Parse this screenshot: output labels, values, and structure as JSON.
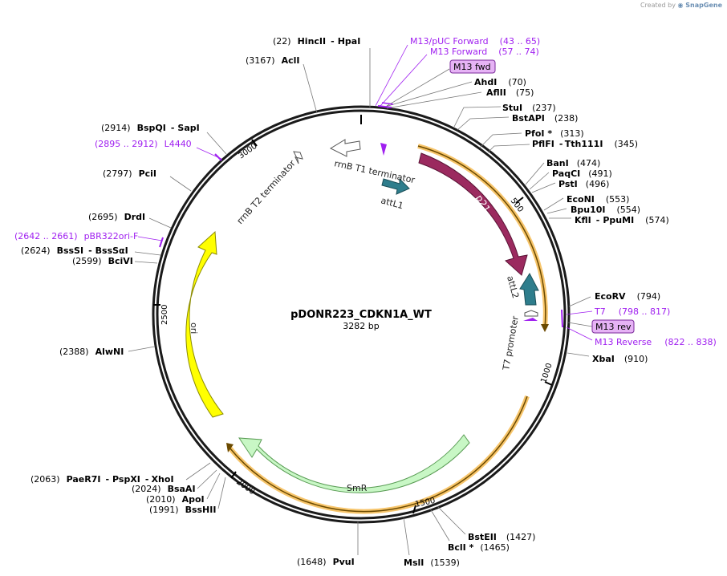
{
  "credit": {
    "prefix": "Created by",
    "brand": "SnapGene"
  },
  "plasmid": {
    "name": "pDONR223_CDKN1A_WT",
    "length_label": "3282 bp",
    "length": 3282
  },
  "ticks": [
    "500",
    "1000",
    "1500",
    "2000",
    "2500",
    "3000"
  ],
  "features": [
    {
      "name": "p21",
      "color": "#9b2a5f"
    },
    {
      "name": "SmR",
      "color": "#c8f7c5"
    },
    {
      "name": "ori",
      "color": "#ffff00"
    },
    {
      "name": "attL1",
      "color": "#2e7d8c"
    },
    {
      "name": "attL2",
      "color": "#2e7d8c"
    },
    {
      "name": "rrnB T1 terminator",
      "color": "#ffffff"
    },
    {
      "name": "rrnB T2 terminator",
      "color": "#ffffff"
    },
    {
      "name": "T7 promoter",
      "color": "#ffffff"
    }
  ],
  "sites": [
    {
      "pos": "(22)",
      "name": "HincII",
      "name2": "HpaI"
    },
    {
      "pos": "(3167)",
      "name": "AclI"
    },
    {
      "pos": "(2914)",
      "name": "BspQI",
      "name2": "SapI"
    },
    {
      "pos": "(2797)",
      "name": "PciI"
    },
    {
      "pos": "(2695)",
      "name": "DrdI"
    },
    {
      "pos": "(2624)",
      "name": "BssSI",
      "name2": "BssSαI"
    },
    {
      "pos": "(2599)",
      "name": "BciVI"
    },
    {
      "pos": "(2388)",
      "name": "AlwNI"
    },
    {
      "pos": "(2063)",
      "name": "PaeR7I",
      "name2": "PspXI",
      "name3": "XhoI"
    },
    {
      "pos": "(2024)",
      "name": "BsaAI"
    },
    {
      "pos": "(2010)",
      "name": "ApoI"
    },
    {
      "pos": "(1991)",
      "name": "BssHII"
    },
    {
      "pos": "(1648)",
      "name": "PvuI"
    },
    {
      "pos": "(1539)",
      "name": "MslI"
    },
    {
      "pos": "(1465)",
      "name": "BclI *"
    },
    {
      "pos": "(1427)",
      "name": "BstEII"
    },
    {
      "pos": "(910)",
      "name": "XbaI"
    },
    {
      "pos": "(794)",
      "name": "EcoRV"
    },
    {
      "pos": "(574)",
      "name": "KflI",
      "name2": "PpuMI"
    },
    {
      "pos": "(554)",
      "name": "Bpu10I"
    },
    {
      "pos": "(553)",
      "name": "EcoNI"
    },
    {
      "pos": "(496)",
      "name": "PstI"
    },
    {
      "pos": "(491)",
      "name": "PaqCI"
    },
    {
      "pos": "(474)",
      "name": "BanI"
    },
    {
      "pos": "(345)",
      "name": "PflFI",
      "name2": "Tth111I"
    },
    {
      "pos": "(313)",
      "name": "PfoI *"
    },
    {
      "pos": "(238)",
      "name": "BstAPI"
    },
    {
      "pos": "(237)",
      "name": "StuI"
    },
    {
      "pos": "(75)",
      "name": "AflII"
    },
    {
      "pos": "(70)",
      "name": "AhdI"
    }
  ],
  "primers": [
    {
      "name": "M13/pUC Forward",
      "range": "(43 .. 65)"
    },
    {
      "name": "M13 Forward",
      "range": "(57 .. 74)"
    },
    {
      "name": "M13 fwd",
      "boxed": true
    },
    {
      "name": "L4440",
      "range": "(2895 .. 2912)"
    },
    {
      "name": "pBR322ori-F",
      "range": "(2642 .. 2661)"
    },
    {
      "name": "T7",
      "range": "(798 .. 817)"
    },
    {
      "name": "M13 rev",
      "boxed": true
    },
    {
      "name": "M13 Reverse",
      "range": "(822 .. 838)"
    }
  ],
  "colors": {
    "primer": "#a020f0",
    "orf": "#f5a623",
    "backbone": "#1a1a1a",
    "box_fill": "#e6b3f5"
  }
}
